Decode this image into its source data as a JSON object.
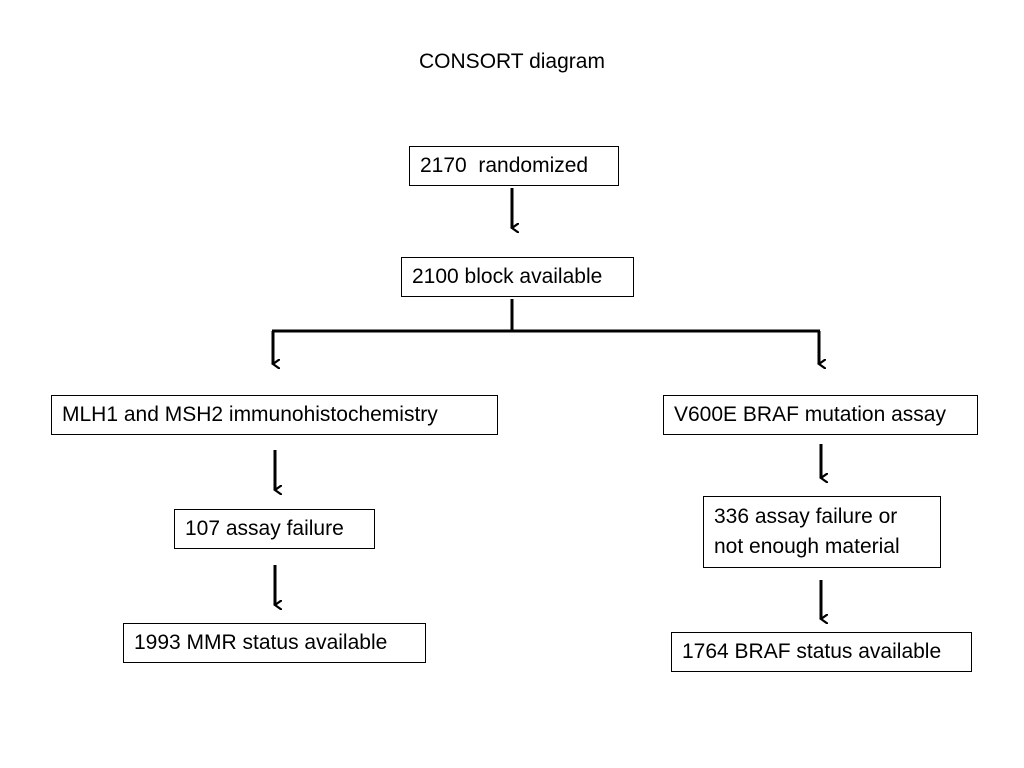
{
  "title": "CONSORT diagram",
  "nodes": {
    "randomized": "2170  randomized",
    "block_available": "2100 block available",
    "ihc": "MLH1 and MSH2 immunohistochemistry",
    "braf_assay": "V600E BRAF mutation assay",
    "ihc_failure": "107 assay failure",
    "braf_failure": "336 assay failure or not enough material",
    "mmr_available": "1993 MMR status available",
    "braf_available": "1764 BRAF status available"
  },
  "edges": [
    {
      "from": "randomized",
      "to": "block_available"
    },
    {
      "from": "block_available",
      "to": "ihc"
    },
    {
      "from": "block_available",
      "to": "braf_assay"
    },
    {
      "from": "ihc",
      "to": "ihc_failure"
    },
    {
      "from": "ihc_failure",
      "to": "mmr_available"
    },
    {
      "from": "braf_assay",
      "to": "braf_failure"
    },
    {
      "from": "braf_failure",
      "to": "braf_available"
    }
  ]
}
